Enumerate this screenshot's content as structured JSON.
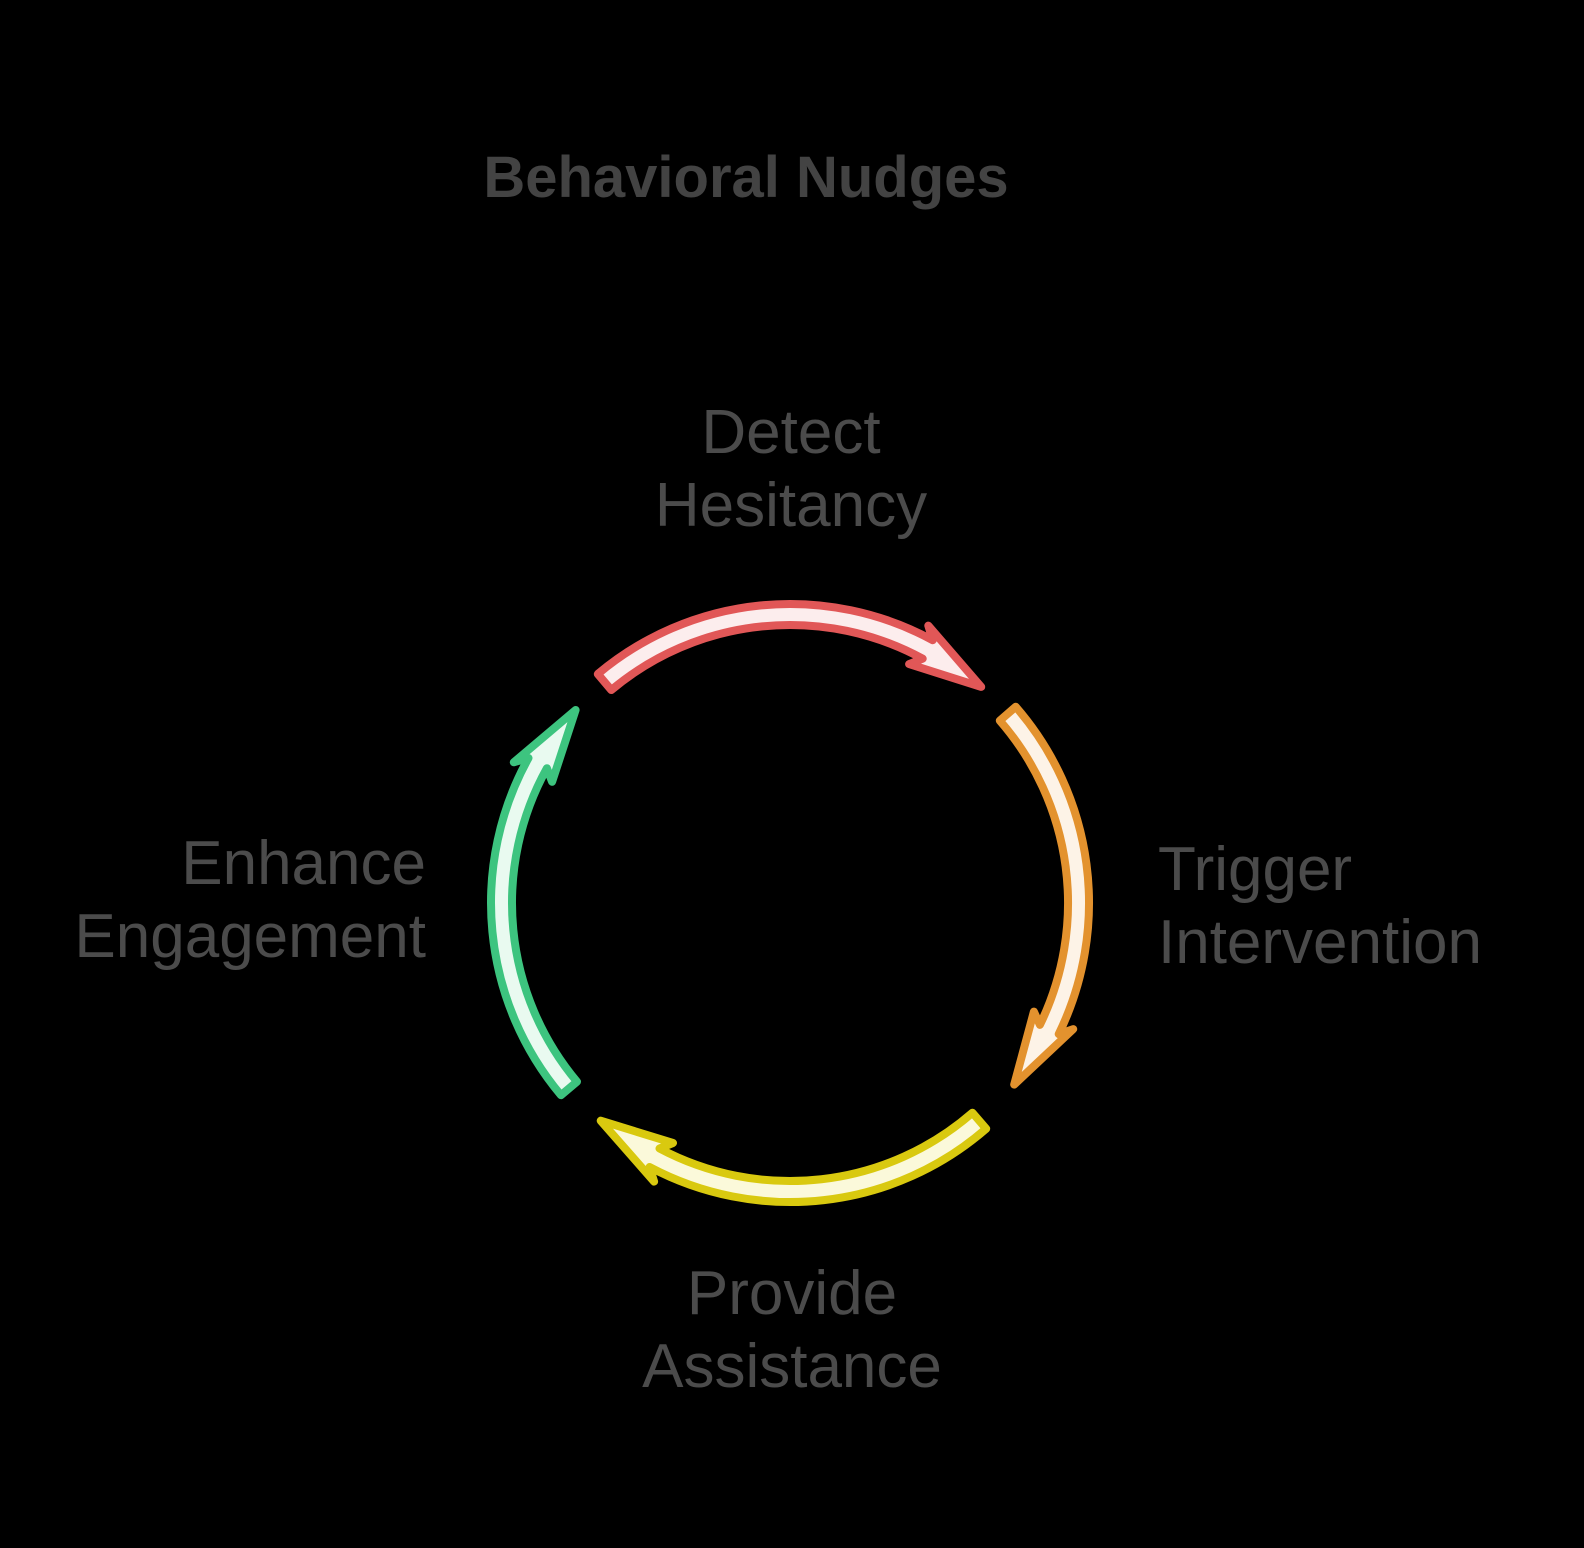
{
  "title": "Behavioral Nudges",
  "background_color": "#000000",
  "title_color": "#434343",
  "label_color": "#4B4B4B",
  "cycle": {
    "type": "circular-cycle-diagram",
    "direction": "clockwise",
    "steps": [
      {
        "name": "detect-hesitancy",
        "position": "top",
        "label_lines": [
          "Detect",
          "Hesitancy"
        ],
        "arrow": {
          "to": "trigger-intervention",
          "stroke": "#E15757",
          "fill": "#FCEDED"
        }
      },
      {
        "name": "trigger-intervention",
        "position": "right",
        "label_lines": [
          "Trigger",
          "Intervention"
        ],
        "arrow": {
          "to": "provide-assistance",
          "stroke": "#E3922E",
          "fill": "#FDF3E7"
        }
      },
      {
        "name": "provide-assistance",
        "position": "bottom",
        "label_lines": [
          "Provide",
          "Assistance"
        ],
        "arrow": {
          "to": "enhance-engagement",
          "stroke": "#D9C90F",
          "fill": "#FBF9DA"
        }
      },
      {
        "name": "enhance-engagement",
        "position": "left",
        "label_lines": [
          "Enhance",
          "Engagement"
        ],
        "arrow": {
          "to": "detect-hesitancy",
          "stroke": "#3DC47F",
          "fill": "#E9FAF0"
        }
      }
    ]
  }
}
